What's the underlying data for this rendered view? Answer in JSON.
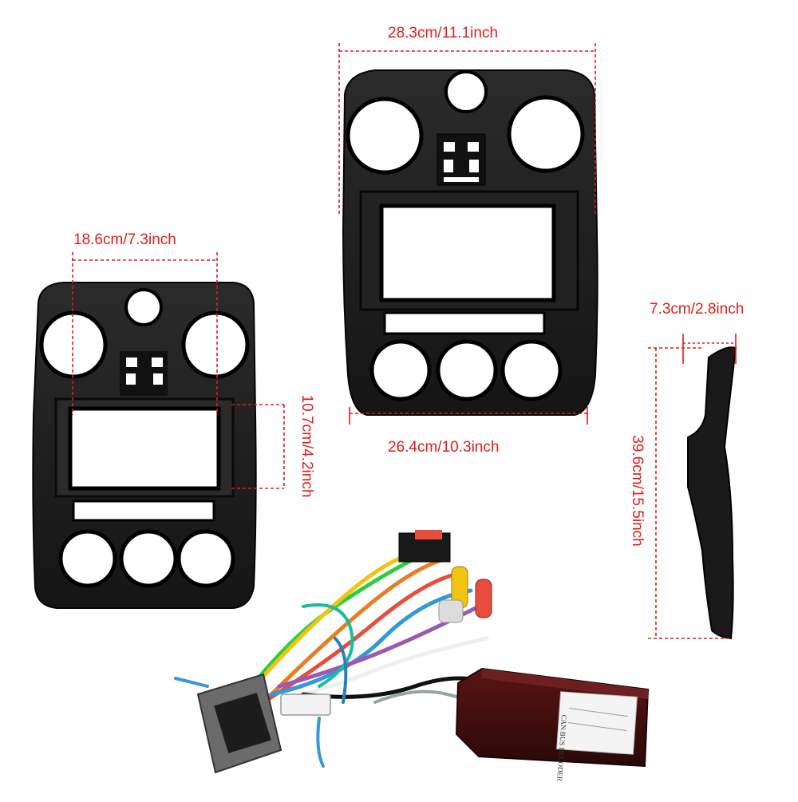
{
  "colors": {
    "dimension": "#e31b1b",
    "panel": "#1b1b1b",
    "panel_edge": "#050505",
    "background": "#ffffff",
    "decoder_box": "#3a0d0d"
  },
  "dimensions": {
    "top_width": "28.3cm/11.1inch",
    "bottom_width": "26.4cm/10.3inch",
    "left_width": "18.6cm/7.3inch",
    "opening_height": "10.7cm/4.2inch",
    "depth": "7.3cm/2.8inch",
    "height": "39.6cm/15.5inch"
  },
  "decoder": {
    "label": "CAN BUS DECODER"
  }
}
